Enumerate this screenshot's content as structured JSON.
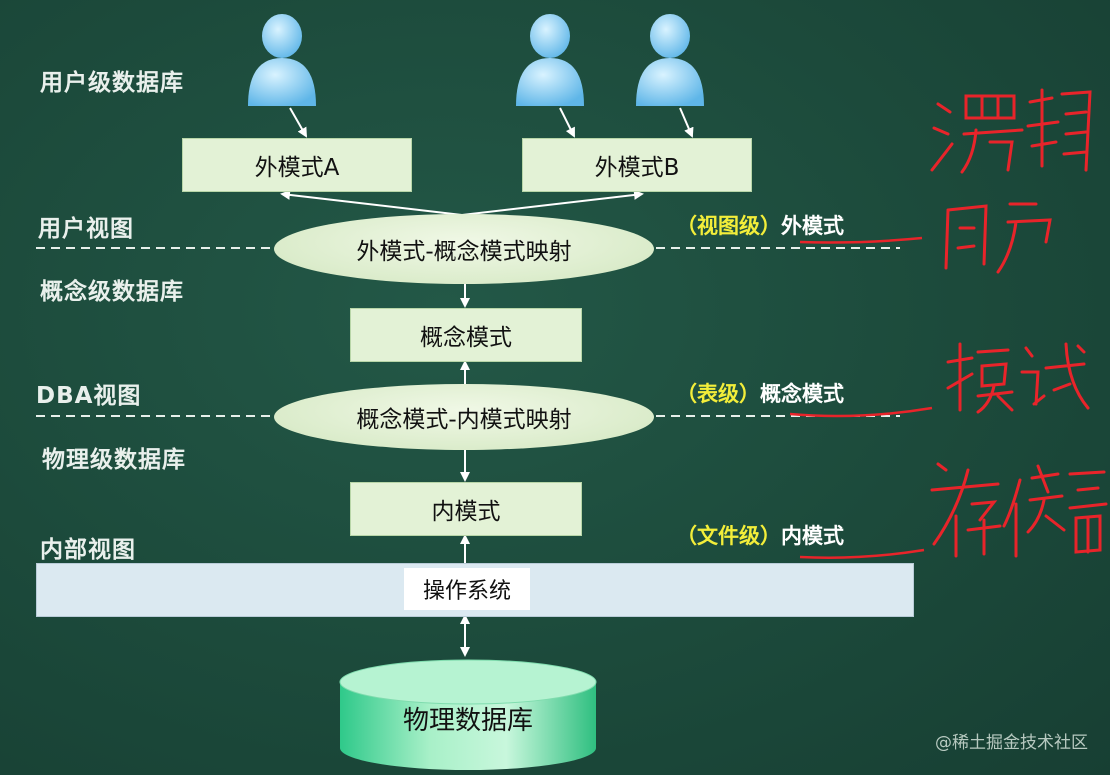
{
  "left_labels": {
    "user_db": "用户级数据库",
    "user_view": "用户视图",
    "concept_db": "概念级数据库",
    "dba_view": "DBA视图",
    "physical_db": "物理级数据库",
    "internal_view": "内部视图"
  },
  "boxes": {
    "external_a": "外模式A",
    "external_b": "外模式B",
    "conceptual": "概念模式",
    "internal": "内模式",
    "os": "操作系统",
    "physical_storage": "物理数据库"
  },
  "mappings": {
    "external_conceptual": "外模式-概念模式映射",
    "conceptual_internal": "概念模式-内模式映射"
  },
  "levels": {
    "view_level": {
      "prefix": "（视图级）",
      "name": "外模式"
    },
    "table_level": {
      "prefix": "（表级）",
      "name": "概念模式"
    },
    "file_level": {
      "prefix": "（文件级）",
      "name": "内模式"
    }
  },
  "handwriting": {
    "external_note": "逻辑用户",
    "conceptual_note": "模式",
    "internal_note": "存储"
  },
  "colors": {
    "background": "#1d4a3c",
    "box_fill": "#e3f2d6",
    "level_prefix": "#f3ee3a",
    "handwriting": "#e8242a",
    "user_icon": "#6fc1ee"
  },
  "watermark": "@稀土掘金技术社区"
}
